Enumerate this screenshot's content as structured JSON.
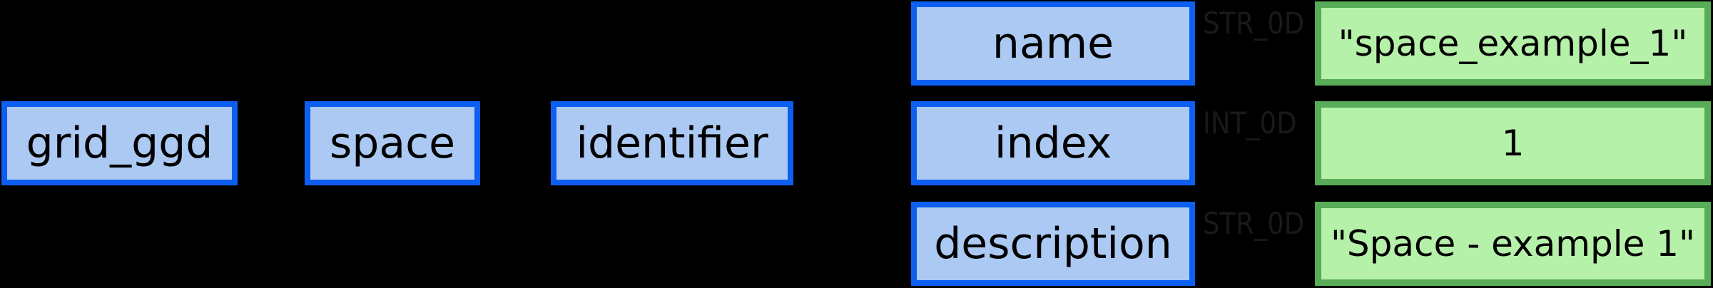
{
  "diagram": {
    "colors": {
      "bg": "#000000",
      "node_border": "#0d5ff2",
      "node_fill": "#abc9f3",
      "value_border": "#58ac58",
      "value_fill": "#b6f1a9",
      "edge": "#000000",
      "type_label": "#191919",
      "text": "#000000"
    },
    "nodes": [
      {
        "id": "grid_ggd",
        "label": "grid_ggd"
      },
      {
        "id": "space",
        "label": "space"
      },
      {
        "id": "identifier",
        "label": "identifier"
      }
    ],
    "attributes": [
      {
        "label": "name",
        "type": "STR_0D",
        "value": "\"space_example_1\""
      },
      {
        "label": "index",
        "type": "INT_0D",
        "value": "1"
      },
      {
        "label": "description",
        "type": "STR_0D",
        "value": "\"Space - example 1\""
      }
    ]
  }
}
